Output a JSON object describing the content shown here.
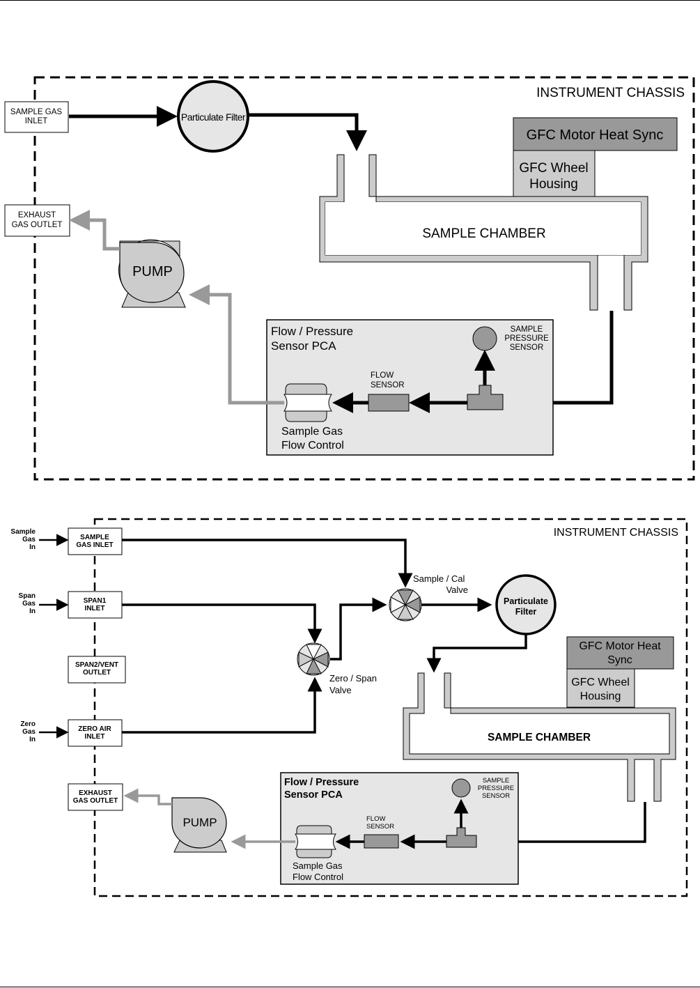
{
  "diagram1": {
    "chassis_label": "INSTRUMENT CHASSIS",
    "sample_inlet": [
      "SAMPLE GAS",
      "INLET"
    ],
    "exhaust_outlet": [
      "EXHAUST",
      "GAS OUTLET"
    ],
    "particulate_filter": "Particulate Filter",
    "gfc_motor": "GFC Motor Heat Sync",
    "gfc_wheel": [
      "GFC Wheel",
      "Housing"
    ],
    "sample_chamber": "SAMPLE CHAMBER",
    "pump": "PUMP",
    "pca_title": [
      "Flow / Pressure",
      "Sensor PCA"
    ],
    "pressure_sensor": [
      "SAMPLE",
      "PRESSURE",
      "SENSOR"
    ],
    "flow_sensor": [
      "FLOW",
      "SENSOR"
    ],
    "flow_control": [
      "Sample Gas",
      "Flow Control"
    ]
  },
  "diagram2": {
    "chassis_label": "INSTRUMENT CHASSIS",
    "sample_gas_in": [
      "Sample",
      "Gas",
      "In"
    ],
    "span_gas_in": [
      "Span",
      "Gas",
      "In"
    ],
    "zero_gas_in": [
      "Zero",
      "Gas",
      "In"
    ],
    "sample_inlet": [
      "SAMPLE",
      "GAS INLET"
    ],
    "span1_inlet": [
      "SPAN1",
      "INLET"
    ],
    "span2_outlet": [
      "SPAN2/VENT",
      "OUTLET"
    ],
    "zero_air_inlet": [
      "ZERO AIR",
      "INLET"
    ],
    "exhaust_outlet": [
      "EXHAUST",
      "GAS OUTLET"
    ],
    "sample_cal_valve": [
      "Sample / Cal",
      "Valve"
    ],
    "zero_span_valve": [
      "Zero / Span",
      "Valve"
    ],
    "particulate_filter": [
      "Particulate",
      "Filter"
    ],
    "gfc_motor": [
      "GFC Motor Heat",
      "Sync"
    ],
    "gfc_wheel": [
      "GFC Wheel",
      "Housing"
    ],
    "sample_chamber": "SAMPLE CHAMBER",
    "pump": "PUMP",
    "pca_title": [
      "Flow / Pressure",
      "Sensor PCA"
    ],
    "pressure_sensor": [
      "SAMPLE",
      "PRESSURE",
      "SENSOR"
    ],
    "flow_sensor": [
      "FLOW",
      "SENSOR"
    ],
    "flow_control": [
      "Sample Gas",
      "Flow Control"
    ]
  },
  "colors": {
    "flow_line": "#000000",
    "exhaust_line": "#999999",
    "box_fill": "#e6e6e6",
    "motor_fill": "#999999",
    "wheel_fill": "#cccccc",
    "pipe_fill": "#cccccc"
  }
}
